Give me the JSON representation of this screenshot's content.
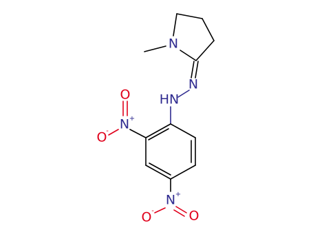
{
  "molecule": {
    "atoms": {
      "n_ring": {
        "symbol": "N",
        "color": "#2e2a8f"
      },
      "n_hydrazone": {
        "symbol": "N",
        "color": "#2e2a8f"
      },
      "nh": {
        "symbol": "HN",
        "color": "#2e2a8f"
      },
      "n_nitro_ortho": {
        "symbol": "N",
        "charge": "+",
        "color": "#2e2a8f"
      },
      "o_ortho_top": {
        "symbol": "O",
        "color": "#e0001b"
      },
      "o_ortho_left": {
        "symbol": "O",
        "charge": "-",
        "color": "#e0001b"
      },
      "n_nitro_para": {
        "symbol": "N",
        "charge": "+",
        "color": "#2e2a8f"
      },
      "o_para_left": {
        "symbol": "O",
        "charge": "-",
        "color": "#e0001b"
      },
      "o_para_right": {
        "symbol": "O",
        "color": "#e0001b"
      }
    }
  }
}
